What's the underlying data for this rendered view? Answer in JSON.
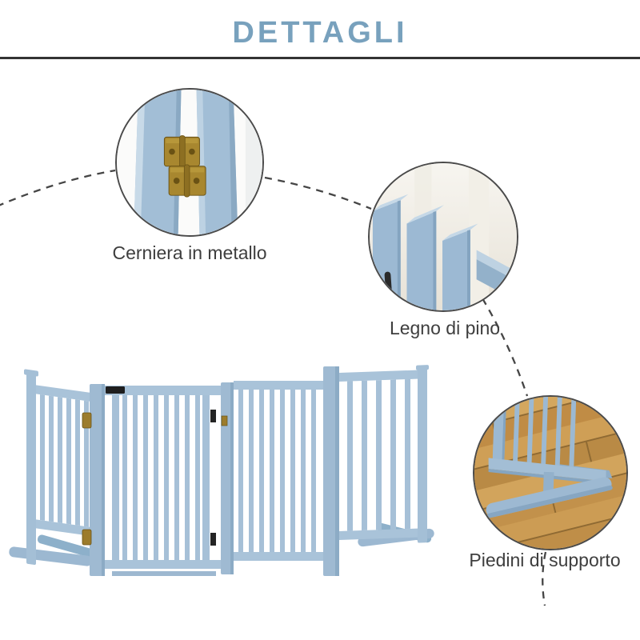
{
  "header": {
    "title": "DETTAGLI"
  },
  "callouts": [
    {
      "id": "hinge",
      "label": "Cerniera in metallo"
    },
    {
      "id": "wood",
      "label": "Legno di pino"
    },
    {
      "id": "feet",
      "label": "Piedini di supporto"
    }
  ],
  "colors": {
    "title_accent": "#78a1bd",
    "divider": "#333333",
    "dashed_line": "#454545",
    "gate_blue": "#a6c0d7",
    "gate_blue_dark": "#8cabc5",
    "hinge_brass": "#a8872f",
    "latch_black": "#1e1e1e",
    "wood_floor": "#c79a52",
    "label_text": "#3e3e3e"
  }
}
